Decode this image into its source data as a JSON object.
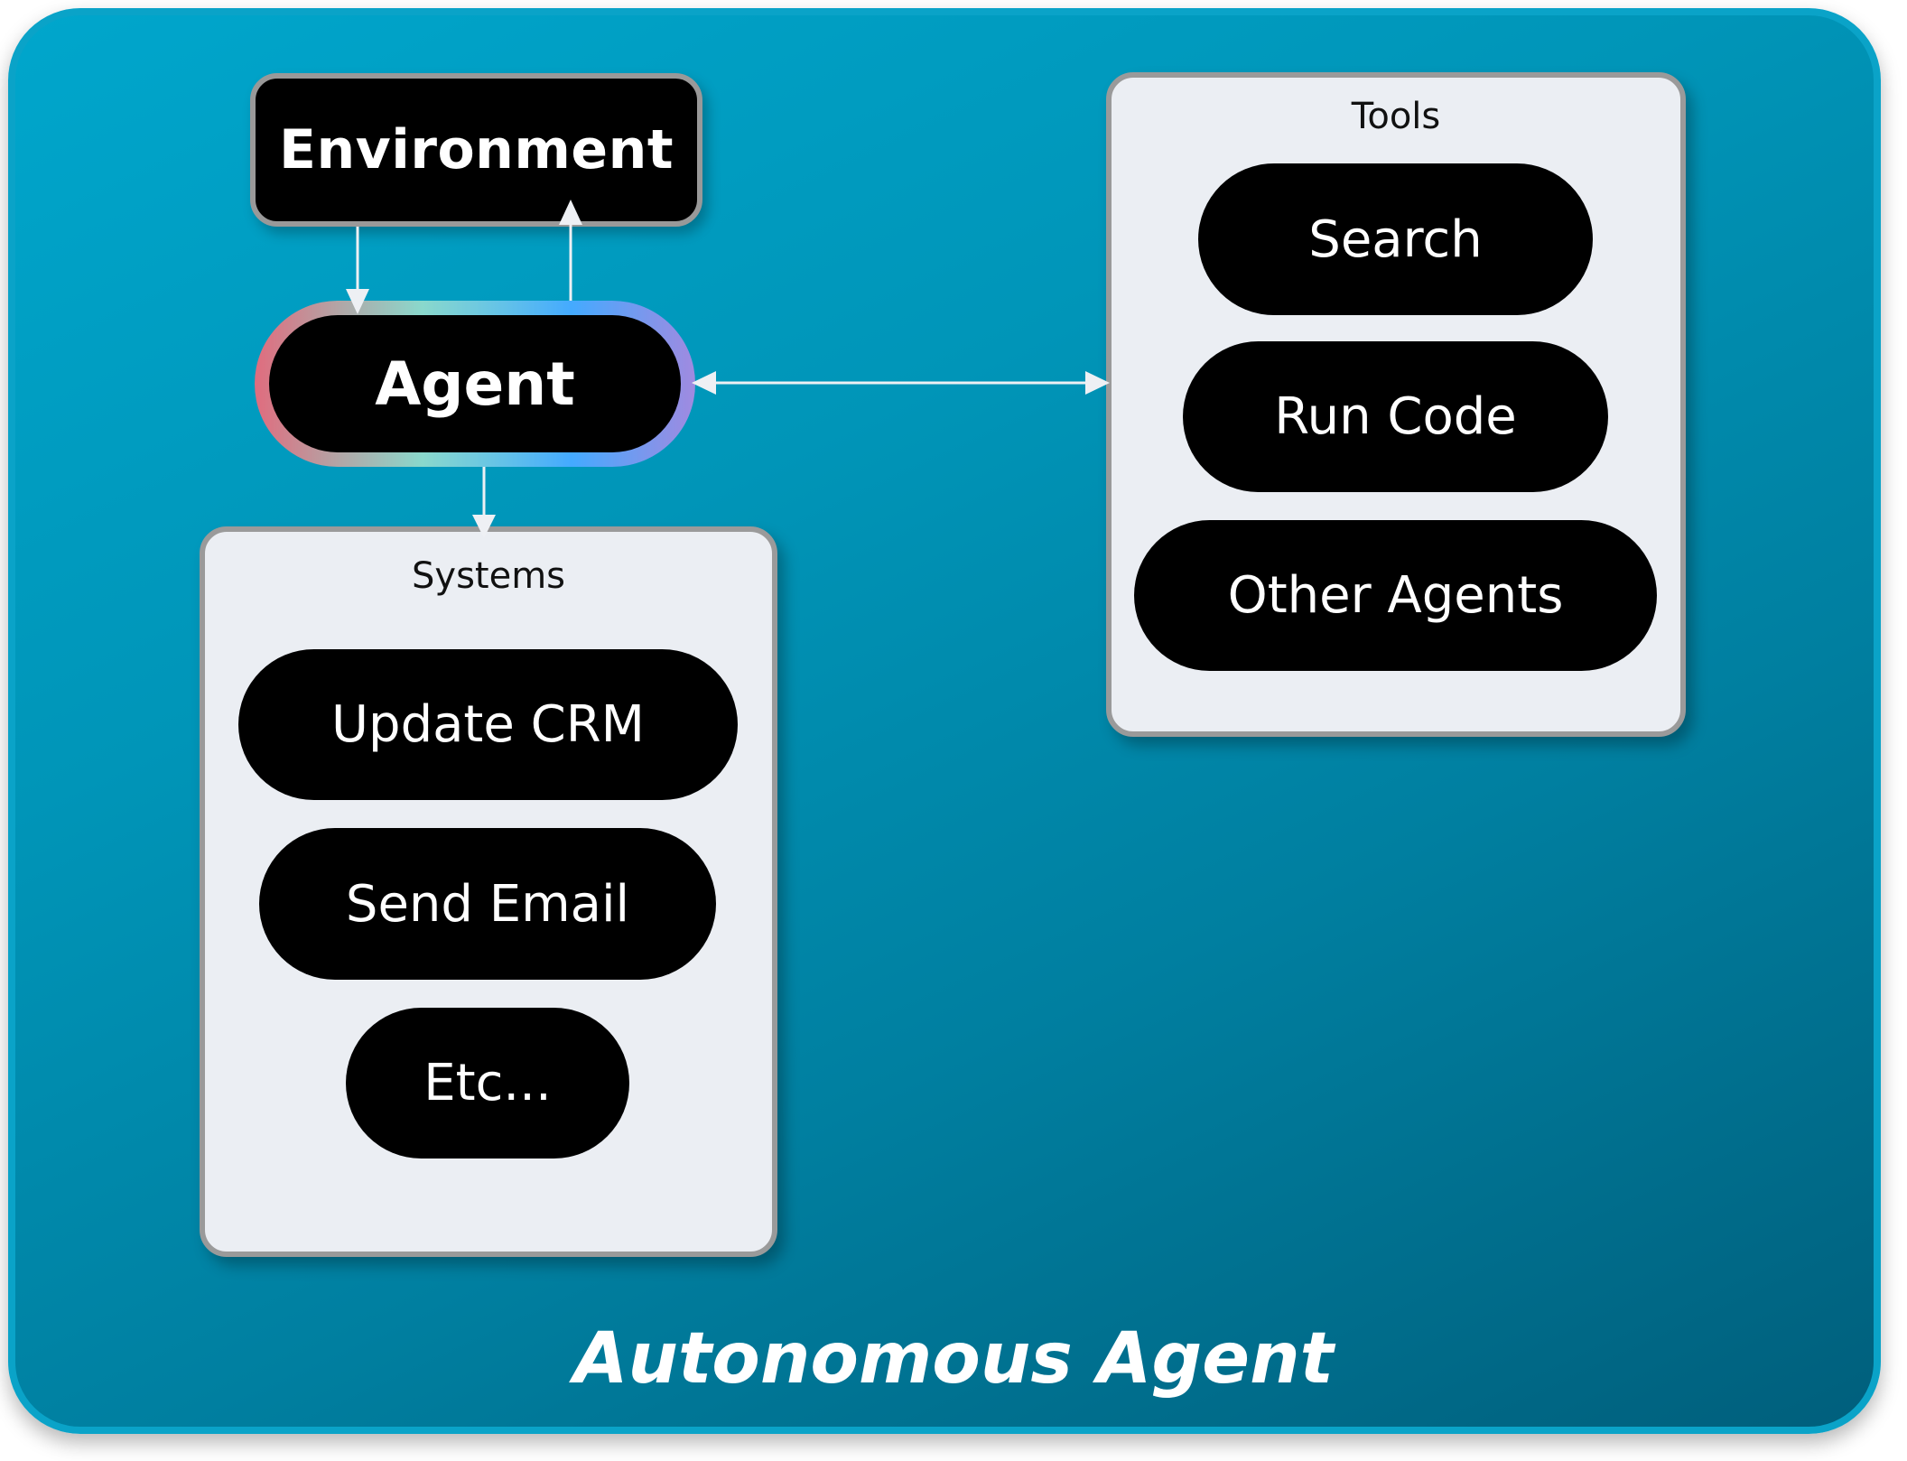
{
  "diagram": {
    "title": "Autonomous Agent",
    "nodes": {
      "environment": "Environment",
      "agent": "Agent"
    },
    "systems": {
      "label": "Systems",
      "items": [
        "Update CRM",
        "Send Email",
        "Etc..."
      ]
    },
    "tools": {
      "label": "Tools",
      "items": [
        "Search",
        "Run Code",
        "Other Agents"
      ]
    },
    "edges": [
      {
        "from": "Environment",
        "to": "Agent",
        "direction": "one-way"
      },
      {
        "from": "Agent",
        "to": "Environment",
        "direction": "one-way"
      },
      {
        "from": "Agent",
        "to": "Tools",
        "direction": "bidirectional"
      },
      {
        "from": "Agent",
        "to": "Systems",
        "direction": "one-way"
      }
    ],
    "colors": {
      "background": "#00a6cc",
      "background_dark": "#005f7c",
      "node_fill": "#000000",
      "panel_fill": "#ebeef3",
      "panel_border": "#9a9a9a",
      "arrow": "#eef0f4",
      "agent_gradient": [
        "#e06c7e",
        "#8ad8cc",
        "#44aaff",
        "#a08ae0"
      ]
    }
  }
}
